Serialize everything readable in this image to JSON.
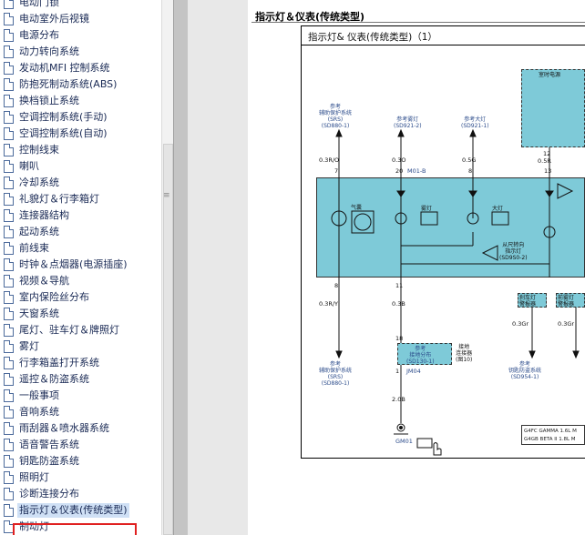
{
  "tree": {
    "items": [
      {
        "label": "电动门锁"
      },
      {
        "label": "电动室外后视镜"
      },
      {
        "label": "电源分布"
      },
      {
        "label": "动力转向系统"
      },
      {
        "label": "发动机MFI 控制系统"
      },
      {
        "label": "防抱死制动系统(ABS)"
      },
      {
        "label": "换档锁止系统"
      },
      {
        "label": "空调控制系统(手动)"
      },
      {
        "label": "空调控制系统(自动)"
      },
      {
        "label": "控制线束"
      },
      {
        "label": "喇叭"
      },
      {
        "label": "冷却系统"
      },
      {
        "label": "礼貌灯＆行李箱灯"
      },
      {
        "label": "连接器结构"
      },
      {
        "label": "起动系统"
      },
      {
        "label": "前线束"
      },
      {
        "label": "时钟＆点烟器(电源插座)"
      },
      {
        "label": "视频＆导航"
      },
      {
        "label": "室内保险丝分布"
      },
      {
        "label": "天窗系统"
      },
      {
        "label": "尾灯、驻车灯＆牌照灯"
      },
      {
        "label": "雾灯"
      },
      {
        "label": "行李箱盖打开系统"
      },
      {
        "label": "遥控＆防盗系统"
      },
      {
        "label": "一般事项"
      },
      {
        "label": "音响系统"
      },
      {
        "label": "雨刮器＆喷水器系统"
      },
      {
        "label": "语音警告系统"
      },
      {
        "label": "钥匙防盗系统"
      },
      {
        "label": "照明灯"
      },
      {
        "label": "诊断连接分布"
      },
      {
        "label": "指示灯＆仪表(传统类型)",
        "selected": true
      },
      {
        "label": "制动灯"
      }
    ],
    "scroll_grip": "≡"
  },
  "document": {
    "heading": "指示灯＆仪表(传统类型)",
    "diagram_title": "指示灯& 仪表(传统类型)（1）",
    "labels": {
      "ref_srs_top": "参考\n辅助保护系统\n(SRS)\n(SD880-1)",
      "ref_fog": "参考雾灯\n(SD921-2)",
      "ref_headlight": "参考大灯\n(SD921-1)",
      "top_right_box": "室时电源",
      "wire_03ro": "0.3R/O",
      "wire_03o": "0.3O",
      "wire_05g": "0.5G",
      "wire_12": "12",
      "wire_05r": "0.5R",
      "pin_7": "7",
      "pin_20": "20",
      "pin_m01b": "M01-B",
      "pin_8": "8",
      "pin_13": "13",
      "airbag": "气囊",
      "fog_lamp": "雾灯",
      "high_beam": "大灯",
      "turn_indicator": "从尺转向\n指示灯\n(SD9S0-2)",
      "pin_8b": "8",
      "pin_11": "11",
      "wire_03ry": "0.3R/Y",
      "wire_03b": "0.3B",
      "wire_03gr": "0.3Gr",
      "wire_03gr2": "0.3Gr",
      "ref_srs_bottom": "参考\n辅助保护系统\n(SRS)\n(SD880-1)",
      "ref_ground": "参考\n接地分布\n(SD130-1)",
      "connector_label": "接地\n连接器\n(图10)",
      "pin_18": "18",
      "pin_1": "1",
      "pin_jm04": "JM04",
      "wire_20b": "2.0B",
      "ground_gm01": "GM01",
      "ref_key": "参考\n钥匙防盗系统\n(SD954-1)",
      "ref_a": "刹车灯\n警报器",
      "ref_b": "前雾灯\n警报器",
      "legend_row1": "G4FC  GAMMA 1.6L M",
      "legend_row2": "G4GB  BETA II 1.8L M"
    }
  },
  "colors": {
    "cyan": "#7ecad8",
    "selection_border": "#e02020",
    "tree_text": "#1a2a55"
  }
}
